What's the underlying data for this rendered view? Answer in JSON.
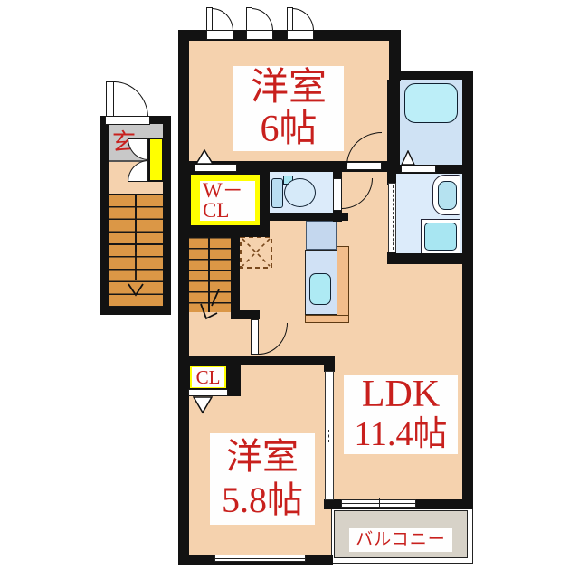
{
  "floorplan": {
    "labels": {
      "room6": {
        "name": "洋室",
        "size": "6帖"
      },
      "room58": {
        "name": "洋室",
        "size": "5.8帖"
      },
      "ldk": {
        "name": "LDK",
        "size": "11.4帖"
      },
      "wcl_line1": "W－",
      "wcl_line2": "CL",
      "closet": "CL",
      "entrance": "玄",
      "balcony": "バルコニー"
    },
    "colors": {
      "wall": "#121212",
      "floor_tan": "#f5d2ae",
      "water_room_floor": "#dcebfa",
      "bath_floor": "#cfe2f4",
      "fixture_cyan": "#a8e6f2",
      "stairs_orange": "#db9746",
      "closet_yellow": "#ffff00",
      "label_red": "#c8201d",
      "entrance_gray": "#c8c8c8",
      "balcony_gray": "#d7d2c8",
      "kitchen_counter_orange": "#f2bd8b"
    },
    "fixtures": [
      "bathtub",
      "toilet",
      "washbasin",
      "washing-machine",
      "kitchen-sink",
      "refrigerator-space",
      "exterior-staircase",
      "interior-staircase",
      "shoe-cabinet",
      "balcony"
    ]
  }
}
